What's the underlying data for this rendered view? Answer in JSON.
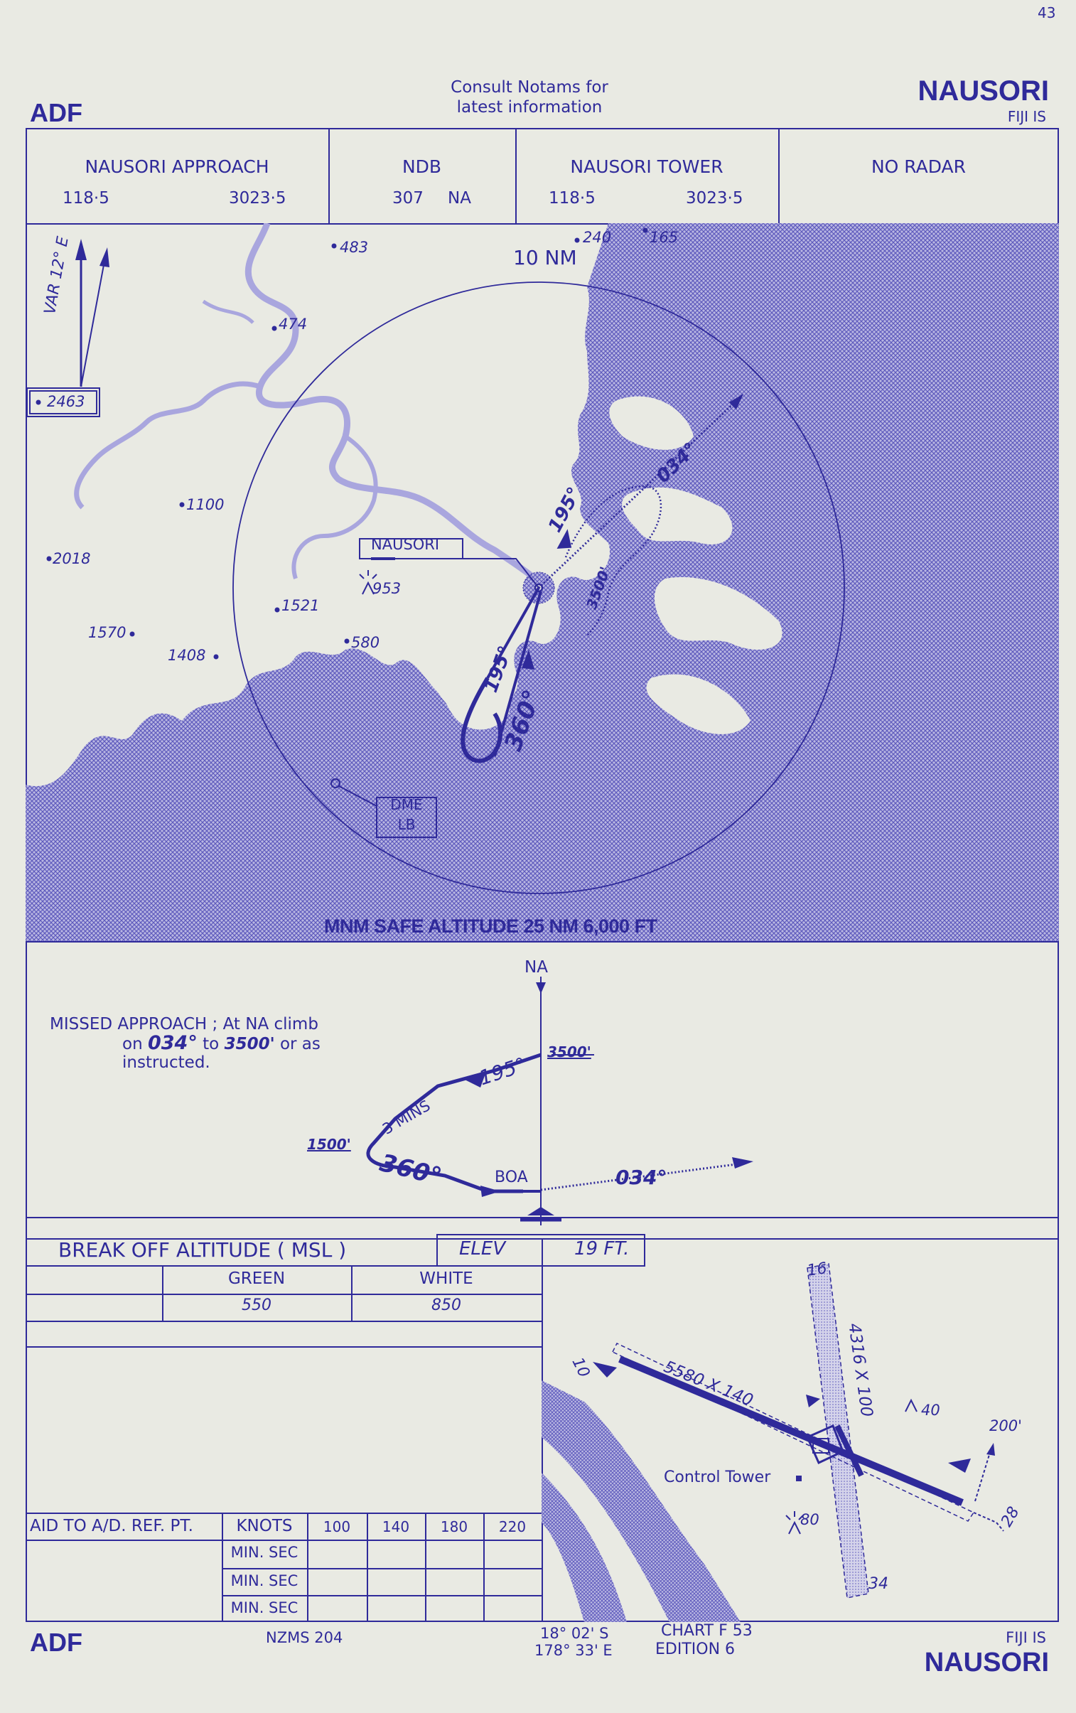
{
  "page_number": "43",
  "header": {
    "left_title": "ADF",
    "notice_line1": "Consult Notams for",
    "notice_line2": "latest information",
    "right_title": "NAUSORI",
    "right_subtitle": "FIJI IS"
  },
  "comms": [
    {
      "name": "NAUSORI APPROACH",
      "freq1": "118·5",
      "freq2": "3023·5"
    },
    {
      "name": "NDB",
      "freq1": "307",
      "freq2": "NA"
    },
    {
      "name": "NAUSORI TOWER",
      "freq1": "118·5",
      "freq2": "3023·5"
    },
    {
      "name": "NO RADAR",
      "freq1": "",
      "freq2": ""
    }
  ],
  "plan_view": {
    "variation": "VAR 12° E",
    "range_ring": "10 NM",
    "boxed_peak": "2463",
    "spot_heights": [
      "483",
      "240",
      "165",
      "474",
      "1100",
      "2018",
      "953",
      "1521",
      "580",
      "1570",
      "1408"
    ],
    "ndb_label": "NAUSORI",
    "ndb_ident": "NA",
    "dme_label": "DME",
    "dme_ident": "LB",
    "track_outbound": "195°",
    "track_inbound": "195°",
    "procedure_turn": "360°",
    "missed_track": "034°",
    "missed_alt": "3500'",
    "msa": "MNM SAFE ALTITUDE 25 NM 6,000 FT",
    "colors": {
      "ink": "#2f2a9a",
      "paper": "#e9eae3",
      "land_hatch": "#9b98d6"
    }
  },
  "profile": {
    "fix_label": "NA",
    "missed_approach_line1": "MISSED APPROACH ; At NA climb",
    "missed_approach_on": "on",
    "missed_approach_track": "034°",
    "missed_approach_to": "to",
    "missed_approach_alt": "3500'",
    "missed_approach_or": "or as",
    "missed_approach_line3": "instructed.",
    "start_alt": "3500'",
    "outbound": "195°",
    "timing": "3 MINS",
    "turn_alt": "1500'",
    "turn": "360°",
    "boa": "BOA",
    "missed": "034°"
  },
  "minima": {
    "title": "BREAK OFF ALTITUDE ( MSL )",
    "elev_label": "ELEV",
    "elev_value": "19 FT.",
    "col1": "GREEN",
    "col2": "WHITE",
    "val1": "550",
    "val2": "850"
  },
  "timing_table": {
    "aid_label": "AID TO A/D. REF. PT.",
    "knots_label": "KNOTS",
    "speeds": [
      "100",
      "140",
      "180",
      "220"
    ],
    "row_label": "MIN. SEC"
  },
  "aerodrome": {
    "rwy_a_end1": "10",
    "rwy_a_end2": "28",
    "rwy_a_dims": "5580 X 140",
    "rwy_b_end1": "16",
    "rwy_b_end2": "34",
    "rwy_b_dims": "4316 X 100",
    "obstacle_40": "40",
    "obstacle_80": "80",
    "height_200": "200'",
    "control_tower": "Control Tower"
  },
  "footer": {
    "left_title": "ADF",
    "map_ref": "NZMS 204",
    "lat": "18° 02' S",
    "lon": "178° 33' E",
    "chart": "CHART F 53",
    "edition": "EDITION 6",
    "right_subtitle": "FIJI IS",
    "right_title": "NAUSORI"
  }
}
